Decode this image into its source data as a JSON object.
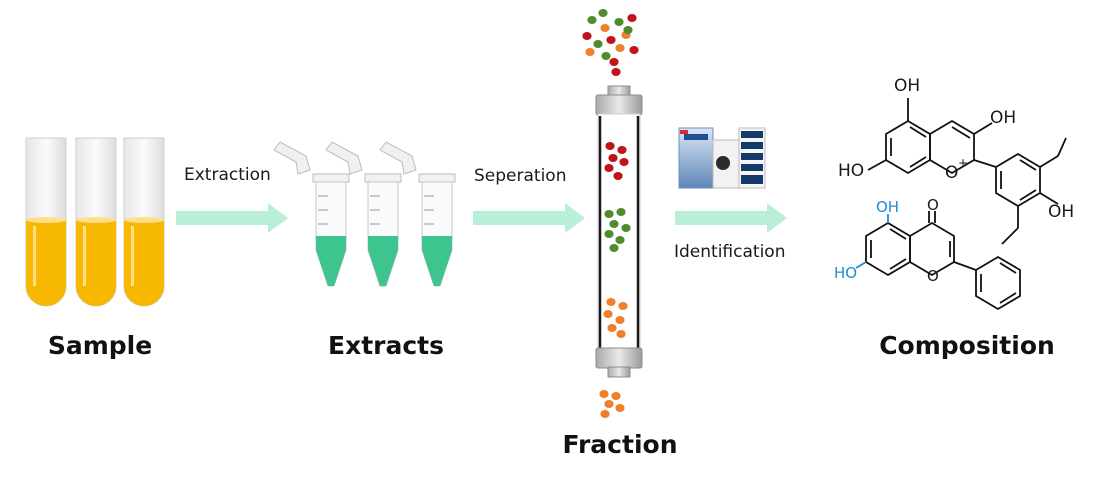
{
  "stages": {
    "sample": "Sample",
    "extracts": "Extracts",
    "fraction": "Fraction",
    "composition": "Composition"
  },
  "steps": {
    "extraction": "Extraction",
    "separation": "Seperation",
    "identification": "Identification"
  },
  "chem_labels": {
    "oh_top": "OH",
    "oh_right": "OH",
    "ho_left": "HO",
    "oh_bottom": "OH",
    "oxonium": "O",
    "plus": "+",
    "oh_flavone": "OH",
    "ho_flavone": "HO",
    "o_carbonyl": "O",
    "o_ring": "O"
  },
  "colors": {
    "liquid_yellow": "#F6B800",
    "liquid_green": "#3EC48F",
    "arrow": "#B9EED8",
    "dot_red": "#C0141B",
    "dot_green": "#4E8C2E",
    "dot_orange": "#EF7F2A",
    "flavone_blue": "#1A8FD1"
  }
}
